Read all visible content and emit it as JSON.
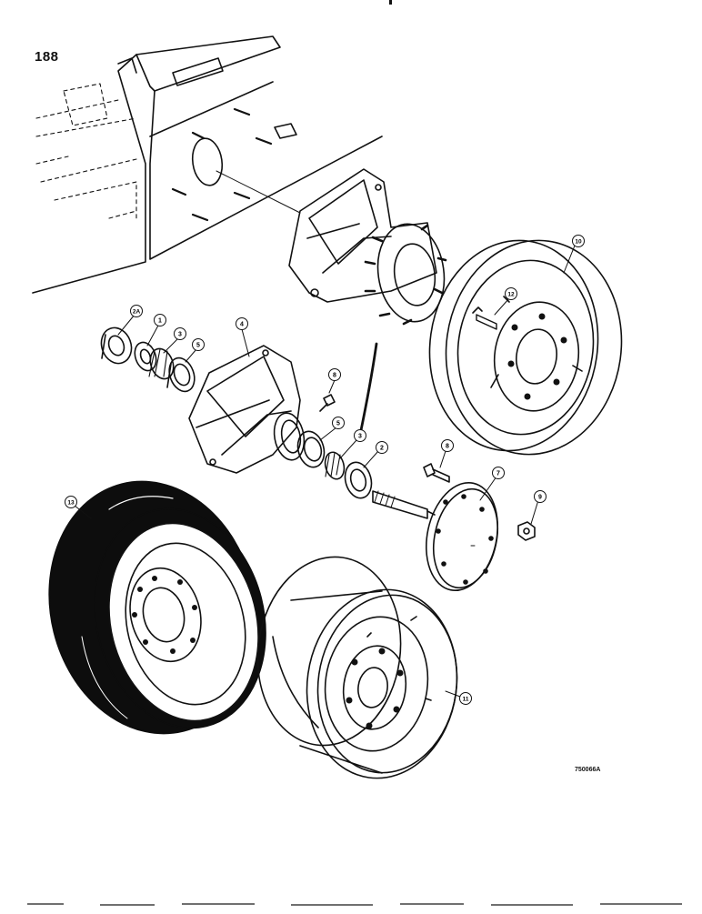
{
  "page": {
    "number": "188",
    "figure_code": "750066A"
  },
  "callouts": {
    "c2a": "2A",
    "c1": "1",
    "c3a": "3",
    "c5a": "5",
    "c4": "4",
    "c8a": "8",
    "c5b": "5",
    "c3b": "3",
    "c2b": "2",
    "c8b": "8",
    "c7": "7",
    "c9": "9",
    "c10": "10",
    "c12": "12",
    "c13": "13",
    "c11": "11"
  },
  "colors": {
    "ink": "#111111",
    "paper": "#ffffff",
    "tire": "#0d0d0d"
  }
}
